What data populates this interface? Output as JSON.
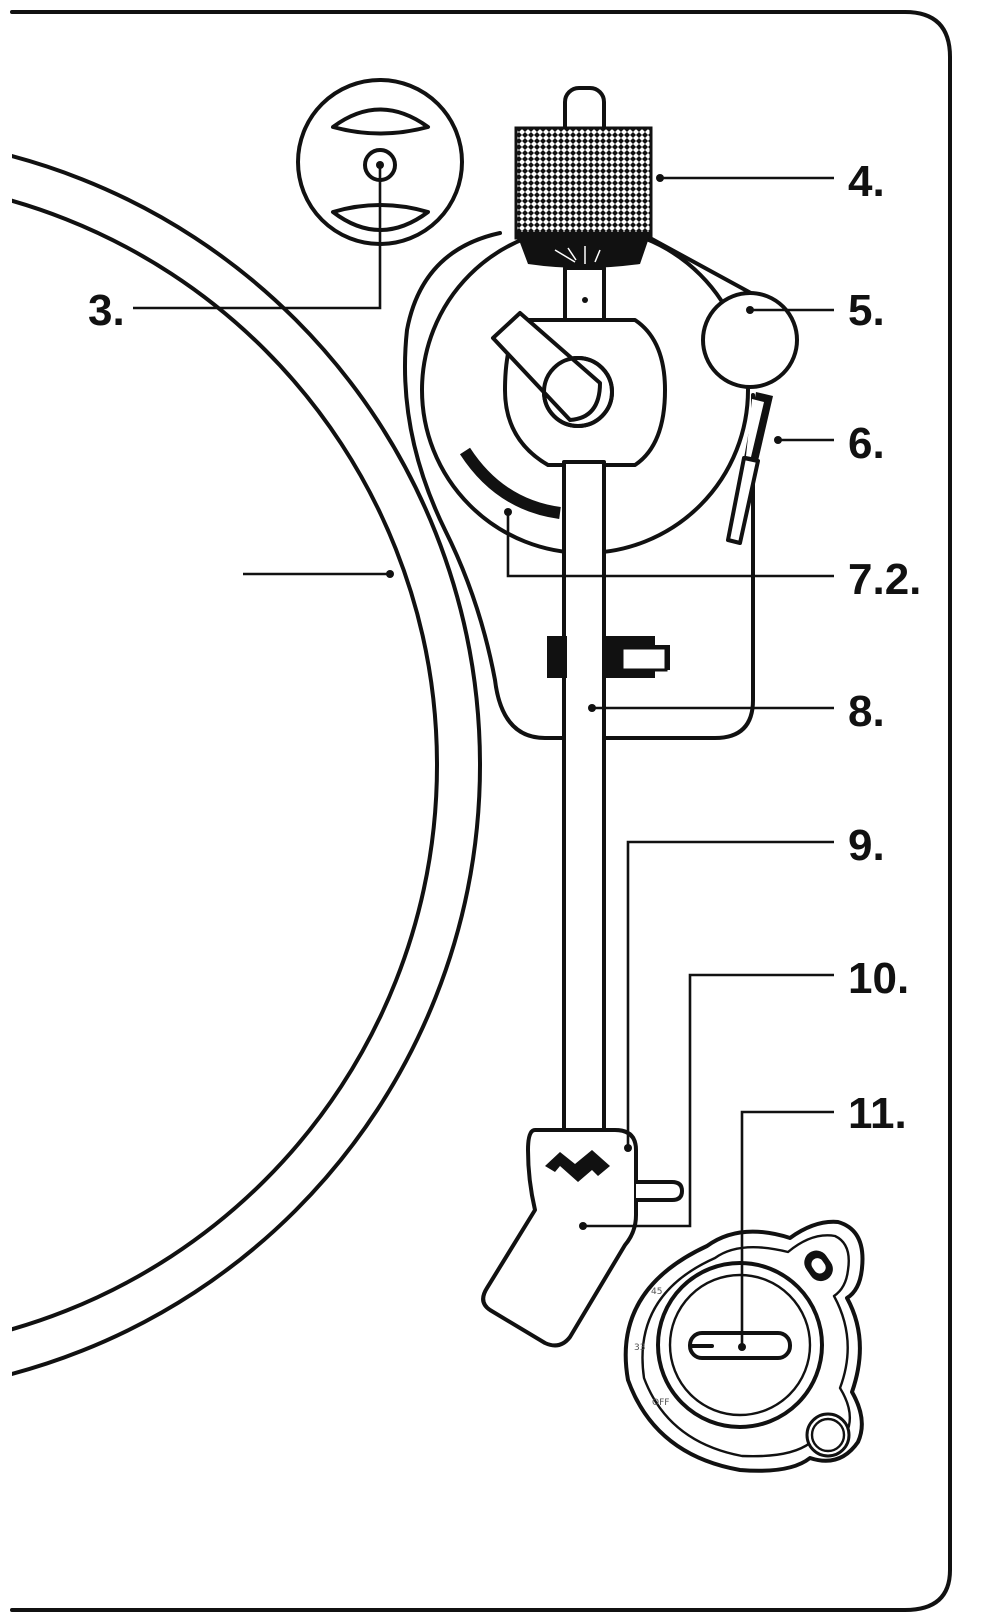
{
  "callouts": [
    {
      "id": "3",
      "label": "3."
    },
    {
      "id": "4",
      "label": "4."
    },
    {
      "id": "5",
      "label": "5."
    },
    {
      "id": "6",
      "label": "6."
    },
    {
      "id": "7_2",
      "label": "7.2."
    },
    {
      "id": "8",
      "label": "8."
    },
    {
      "id": "9",
      "label": "9."
    },
    {
      "id": "10",
      "label": "10."
    },
    {
      "id": "11",
      "label": "11."
    }
  ],
  "speed_selector": {
    "marks": [
      "45",
      "33",
      "OFF"
    ]
  },
  "colors": {
    "line": "#111111",
    "background": "#ffffff"
  }
}
